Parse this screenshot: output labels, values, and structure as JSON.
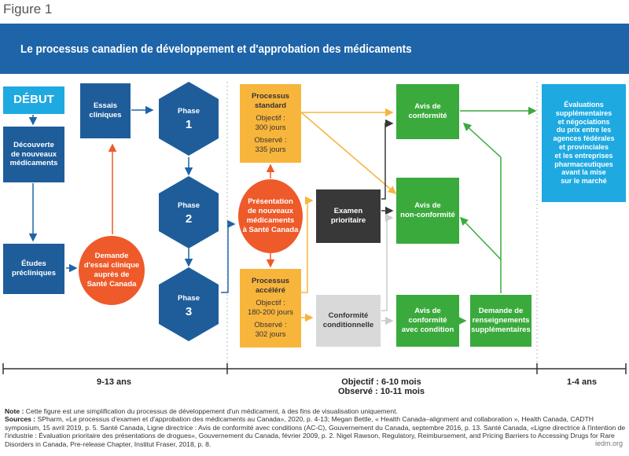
{
  "figure_label": "Figure 1",
  "title": "Le processus canadien de développement et d'approbation des médicaments",
  "nodes": {
    "debut": "DÉBUT",
    "decouverte": [
      "Découverte",
      "de nouveaux",
      "médicaments"
    ],
    "etudes": [
      "Études",
      "précliniques"
    ],
    "essais": [
      "Essais",
      "cliniques"
    ],
    "demande_essai": [
      "Demande",
      "d'essai clinique",
      "auprès de",
      "Santé Canada"
    ],
    "phase1": {
      "label": "Phase",
      "num": "1"
    },
    "phase2": {
      "label": "Phase",
      "num": "2"
    },
    "phase3": {
      "label": "Phase",
      "num": "3"
    },
    "presentation": [
      "Présentation",
      "de nouveaux",
      "médicaments",
      "à Santé Canada"
    ],
    "standard": {
      "title": [
        "Processus",
        "standard"
      ],
      "objectif": [
        "Objectif :",
        "300 jours"
      ],
      "observe": [
        "Observé :",
        "335 jours"
      ]
    },
    "accelere": {
      "title": [
        "Processus",
        "accéléré"
      ],
      "objectif": [
        "Objectif :",
        "180-200 jours"
      ],
      "observe": [
        "Observé :",
        "302 jours"
      ]
    },
    "examen": [
      "Examen",
      "prioritaire"
    ],
    "conformite_cond": [
      "Conformité",
      "conditionnelle"
    ],
    "avis_conformite": [
      "Avis de",
      "conformité"
    ],
    "avis_non": [
      "Avis de",
      "non-conformité"
    ],
    "avis_condition": [
      "Avis de",
      "conformité",
      "avec condition"
    ],
    "demande_rens": [
      "Demande de",
      "renseignements",
      "supplémentaires"
    ],
    "evaluations": [
      "Évaluations",
      "supplémentaires",
      "et négociations",
      "du prix entre les",
      "agences fédérales",
      "et provinciales",
      "et les entreprises",
      "pharmaceutiques",
      "avant la mise",
      "sur le marché"
    ]
  },
  "timeline": {
    "left": "9-13 ans",
    "middle": [
      "Objectif : 6-10 mois",
      "Observé : 10-11 mois"
    ],
    "right": "1-4 ans"
  },
  "notes": {
    "note_label": "Note :",
    "note_text": "Cette figure est une simplification du processus de développement d'un médicament, à des fins de visualisation uniquement.",
    "sources_label": "Sources :",
    "sources_text": "SPharm, «Le processus d'examen et d'approbation des médicaments au Canada», 2020, p. 4-13; Megan Bettle, « Health Canada–alignment and collaboration », Health Canada, CADTH symposium, 15 avril 2019, p. 5. Santé Canada, Ligne directrice : Avis de conformité avec conditions (AC-C), Gouvernement du Canada, septembre 2016, p. 13. Santé Canada, «Ligne directrice à l'intention de l'industrie : Évaluation prioritaire des présentations de drogues», Gouvernement du Canada, février 2009, p. 2. Nigel Rawson, Regulatory, Reimbursement, and Pricing Barriers to Accessing Drugs for Rare Disorders in Canada, Pre-release Chapter, Institut Fraser, 2018, p. 8."
  },
  "watermark": "iedm.org",
  "colors": {
    "banner": "#1e64a8",
    "navy": "#1e5d9a",
    "orange": "#ee5a2a",
    "amber": "#f8b53c",
    "green": "#3aaa3c",
    "cyan": "#1ea9e1",
    "dark": "#383838",
    "grey": "#d9d9d9"
  }
}
